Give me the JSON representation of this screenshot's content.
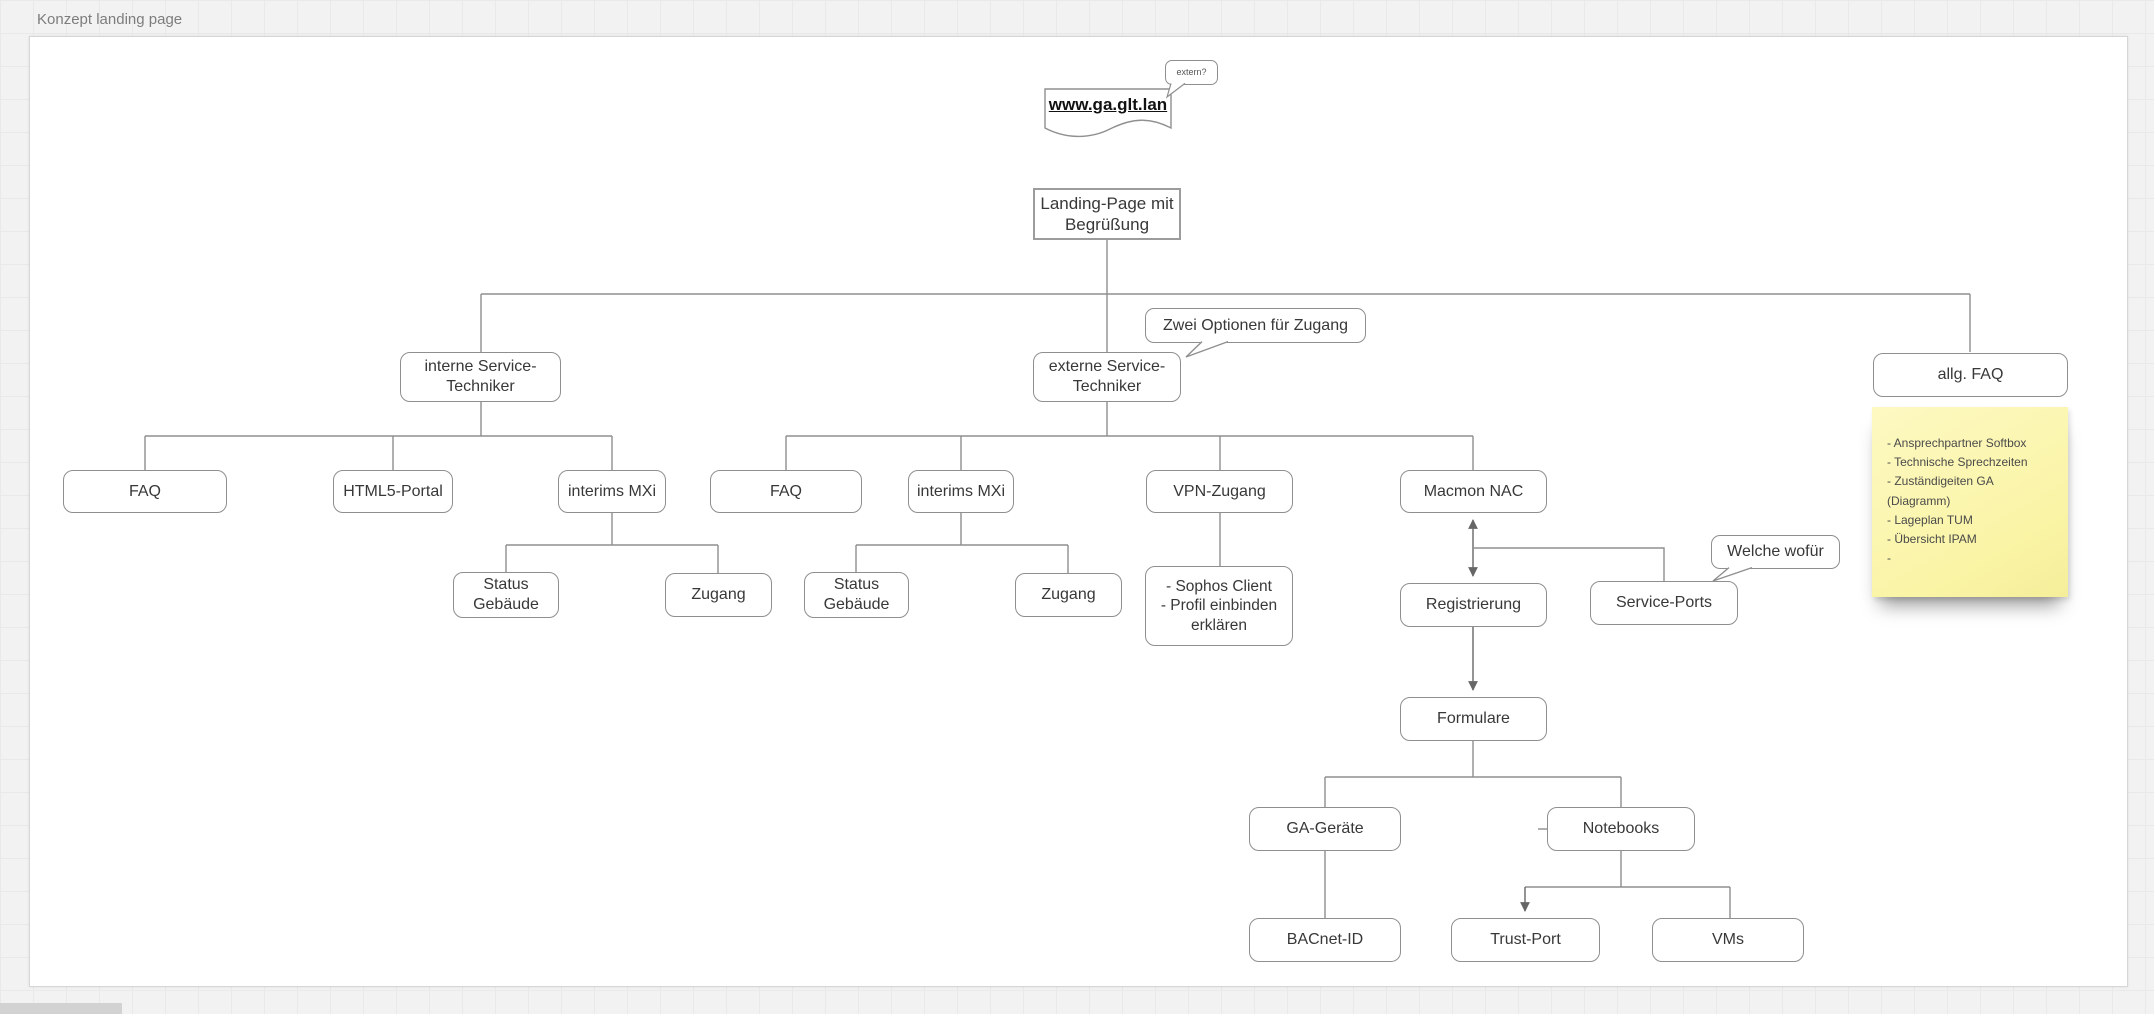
{
  "app": {
    "frame_title": "Konzept landing page"
  },
  "colors": {
    "workspace": "#F2F2F2",
    "canvas": "#FFFFFF",
    "connector": "#8F8F8F",
    "arrow": "#666666",
    "sticky_note": "#FAF5A8"
  },
  "diagram": {
    "extern_bubble": "extern?",
    "website_link": "www.ga.glt.lan",
    "landing_page": "Landing-Page mit Begrüßung",
    "access_callout": "Zwei Optionen für Zugang",
    "which_callout": "Welche wofür",
    "internal_branch": {
      "title": "interne Service-Techniker",
      "faq": "FAQ",
      "html5_portal": "HTML5-Portal",
      "interims_mxi": "interims MXi",
      "status_gebaeude": "Status Gebäude",
      "zugang": "Zugang"
    },
    "external_branch": {
      "title": "externe Service-Techniker",
      "faq": "FAQ",
      "interims_mxi": "interims MXi",
      "status_gebaeude": "Status Gebäude",
      "zugang": "Zugang",
      "vpn": "VPN-Zugang",
      "vpn_details": [
        "- Sophos Client",
        "- Profil einbinden",
        "erklären"
      ],
      "macmon_nac": "Macmon NAC",
      "registrierung": "Registrierung",
      "service_ports": "Service-Ports",
      "formulare": "Formulare",
      "ga_geraete": "GA-Geräte",
      "notebooks": "Notebooks",
      "bacnet_id": "BACnet-ID",
      "trust_port": "Trust-Port",
      "vms": "VMs"
    },
    "faq_branch": {
      "title": "allg. FAQ"
    },
    "sticky_note": {
      "lines": [
        "- Ansprechpartner Softbox",
        "- Technische Sprechzeiten",
        "- Zuständigeiten GA (Diagramm)",
        "- Lageplan TUM",
        "- Übersicht IPAM",
        "-"
      ]
    }
  }
}
